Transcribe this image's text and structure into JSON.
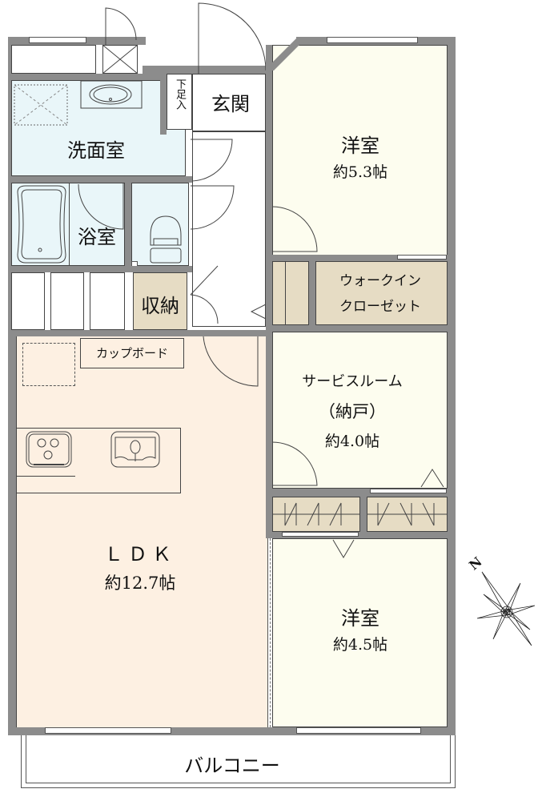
{
  "floor_plan": {
    "rooms": {
      "genkan": {
        "name": "玄関"
      },
      "getabako": {
        "name": "下足入"
      },
      "senmenshitsu": {
        "name": "洗面室"
      },
      "yokushitsu": {
        "name": "浴室"
      },
      "shuno": {
        "name": "収納"
      },
      "cupboard": {
        "name": "カップボード"
      },
      "ldk": {
        "name": "ＬＤＫ",
        "size": "約12.7帖"
      },
      "western_room_1": {
        "name": "洋室",
        "size": "約5.3帖"
      },
      "walk_in_closet": {
        "name_line1": "ウォークイン",
        "name_line2": "クローゼット"
      },
      "service_room": {
        "name_line1": "サービスルーム",
        "name_line2": "（納戸）",
        "size": "約4.0帖"
      },
      "western_room_2": {
        "name": "洋室",
        "size": "約4.5帖"
      },
      "balcony": {
        "name": "バルコニー"
      }
    },
    "compass": {
      "label": "N",
      "icon": "compass-rose-icon"
    },
    "colors": {
      "wall": "#8c8c8c",
      "washroom_floor": "#e9f6f9",
      "bedroom_floor": "#fdfdef",
      "ldk_floor": "#fdf0e2",
      "storage_floor": "#e6dcc4"
    }
  }
}
